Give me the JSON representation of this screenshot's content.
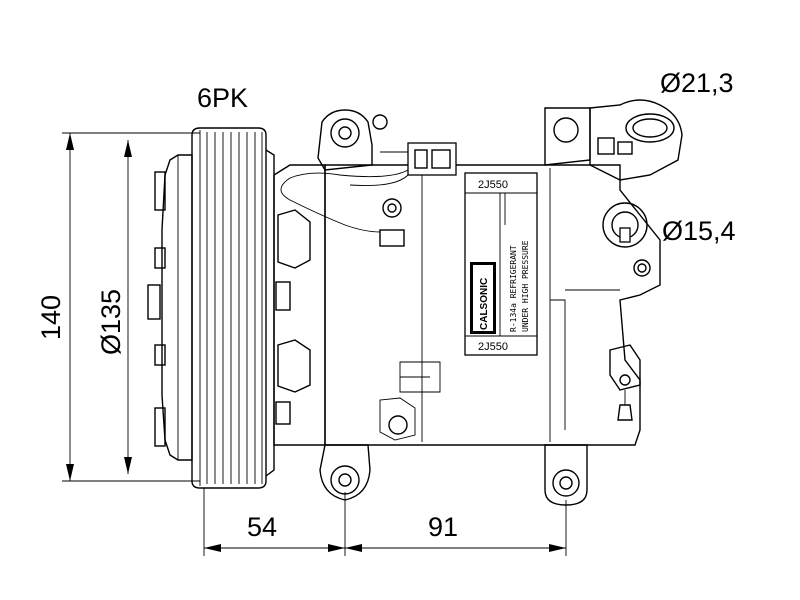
{
  "dimensions": {
    "belt": "6PK",
    "port_large": "Ø21,3",
    "port_small": "Ø15,4",
    "height": "140",
    "pulley_diameter": "Ø135",
    "pulley_offset": "54",
    "body_length": "91"
  },
  "label": {
    "part_top": "2J550",
    "brand": "CALSONIC",
    "warning_line1": "R-134a REFRIGERANT",
    "warning_line2": "UNDER HIGH PRESSURE",
    "part_bottom": "2J550"
  }
}
